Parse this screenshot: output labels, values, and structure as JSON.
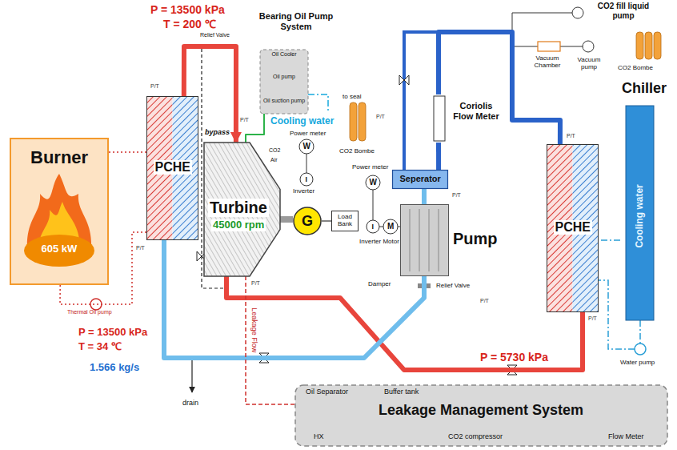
{
  "diagram": {
    "nodes": [
      {
        "text": [
          "Burner",
          "605 kW"
        ]
      },
      {
        "text": [
          "PCHE"
        ]
      },
      {
        "text": [
          "Bearing Oil Pump System"
        ]
      },
      {
        "text": [
          "Turbine",
          "45000 rpm"
        ]
      },
      {
        "text": [
          "G"
        ]
      },
      {
        "text": [
          "Load Bank"
        ]
      },
      {
        "text": [
          "Coriolis Flow Meter"
        ]
      },
      {
        "text": [
          "Seperator"
        ]
      },
      {
        "text": [
          "Pump"
        ]
      },
      {
        "text": [
          "PCHE"
        ]
      },
      {
        "text": [
          "Chiller",
          "Cooling water"
        ]
      },
      {
        "text": [
          "Leakage Management System"
        ]
      }
    ],
    "edges": [
      {
        "from": 1,
        "to": 3,
        "arrow": "to"
      },
      {
        "from": 3,
        "to": 9,
        "arrow": "none"
      },
      {
        "from": 9,
        "to": 6,
        "arrow": "none"
      },
      {
        "from": 6,
        "to": 7,
        "arrow": "none"
      },
      {
        "from": 7,
        "to": 8,
        "arrow": "none"
      },
      {
        "from": 8,
        "to": 1,
        "arrow": "none"
      },
      {
        "from": 1,
        "to": 0,
        "arrow": "none"
      },
      {
        "from": 0,
        "to": 1,
        "arrow": "none"
      },
      {
        "from": 10,
        "to": 9,
        "arrow": "none"
      },
      {
        "from": 3,
        "to": 4,
        "arrow": "none"
      },
      {
        "from": 4,
        "to": 5,
        "arrow": "none"
      },
      {
        "from": 3,
        "to": 11,
        "arrow": "none",
        "label": "Leakage Flow"
      },
      {
        "from": 2,
        "to": 3,
        "arrow": "none"
      }
    ],
    "labels": [
      "P = 13500 kPa",
      "T = 200 ℃",
      "Relief Valve",
      "Oil Cooler",
      "Oil pump",
      "Oil suction pump",
      "Cooling water",
      "bypass",
      "Power meter",
      "W",
      "CO2",
      "Air",
      "I",
      "Inverter",
      "Power meter",
      "W",
      "I",
      "M",
      "Inverter Motor",
      "to seal",
      "CO2 Bombe",
      "CO2 fill liquid pump",
      "Vacuum Chamber",
      "Vacuum pump",
      "CO2 Bombe",
      "Damper",
      "Relief Valve",
      "Water pump",
      "Thermal Oil pump",
      "P = 13500 kPa",
      "T = 34 ℃",
      "1.566 kg/s",
      "P = 5730 kPa",
      "drain",
      "Oil Separator",
      "Buffer tank",
      "HX",
      "CO2 compressor",
      "Flow Meter",
      "P/T",
      "P/T",
      "P/T",
      "P/T",
      "P/T",
      "P/T",
      "P/T",
      "P/T",
      "P/T"
    ]
  }
}
